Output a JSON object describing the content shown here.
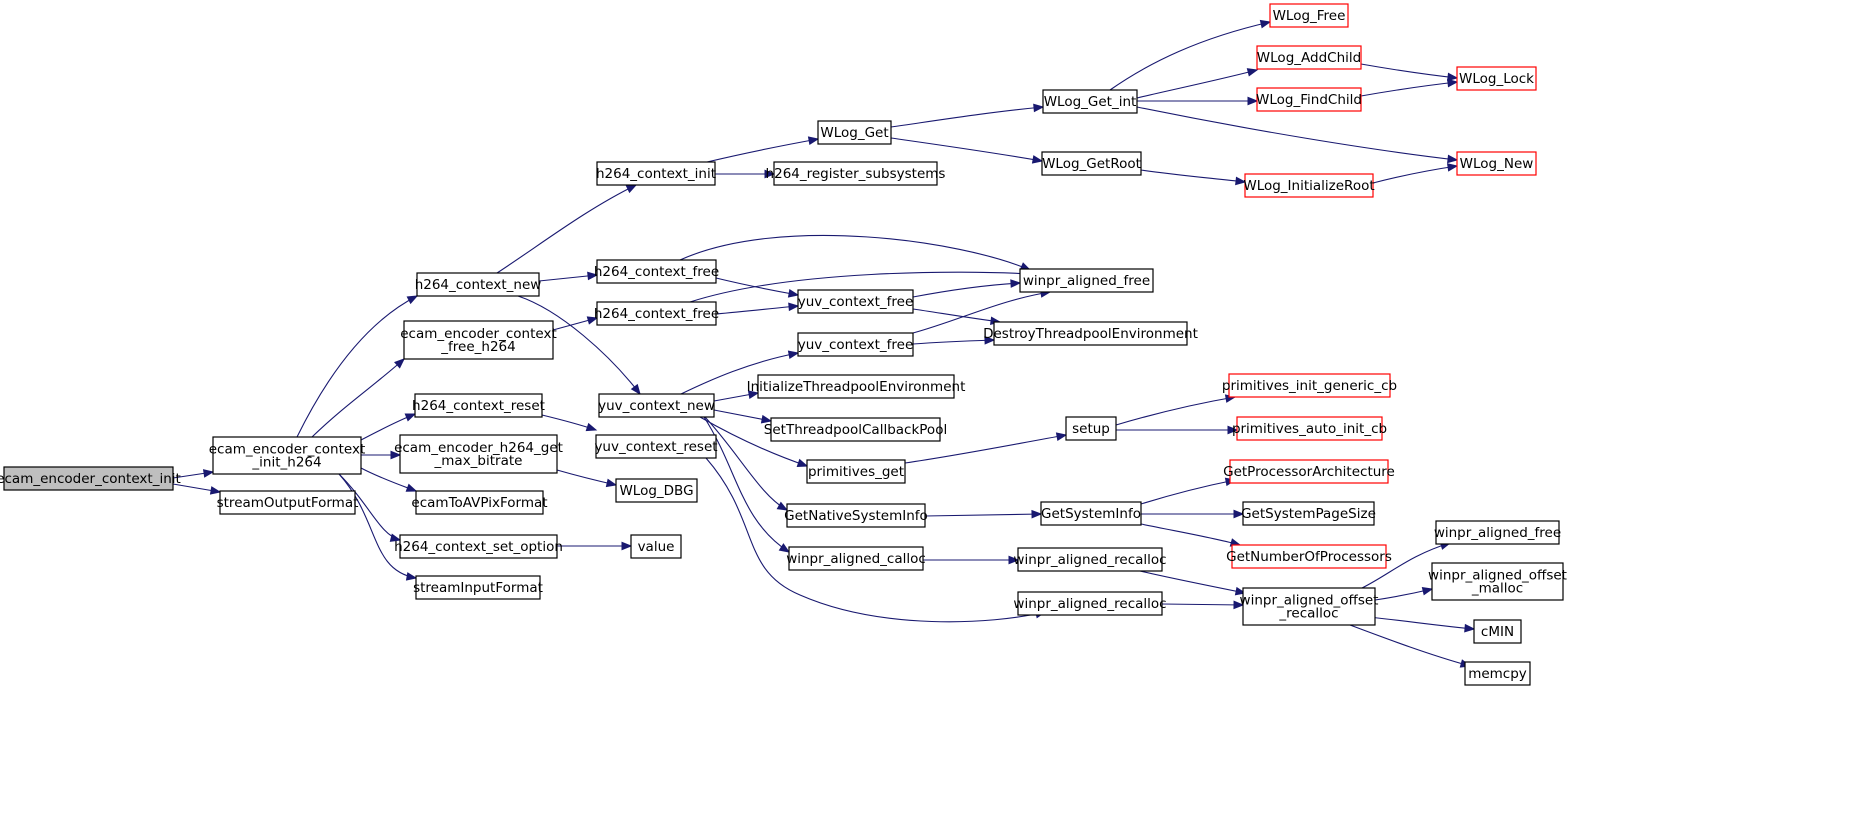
{
  "colors": {
    "edge": "#191970",
    "node_border": "#000000",
    "node_border_truncated": "#ff0000",
    "node_fill": "#ffffff",
    "root_fill": "#bfbfbf"
  },
  "nodes": [
    {
      "id": "ecam_encoder_context_init",
      "lines": [
        "ecam_encoder_context_init"
      ],
      "root": true
    },
    {
      "id": "ecam_encoder_context_init_h264",
      "lines": [
        "ecam_encoder_context",
        "_init_h264"
      ]
    },
    {
      "id": "streamOutputFormat",
      "lines": [
        "streamOutputFormat"
      ]
    },
    {
      "id": "h264_context_new",
      "lines": [
        "h264_context_new"
      ]
    },
    {
      "id": "ecam_encoder_context_free_h264",
      "lines": [
        "ecam_encoder_context",
        "_free_h264"
      ]
    },
    {
      "id": "h264_context_reset",
      "lines": [
        "h264_context_reset"
      ]
    },
    {
      "id": "ecam_encoder_h264_get_max_bitrate",
      "lines": [
        "ecam_encoder_h264_get",
        "_max_bitrate"
      ]
    },
    {
      "id": "ecamToAVPixFormat",
      "lines": [
        "ecamToAVPixFormat"
      ]
    },
    {
      "id": "h264_context_set_option",
      "lines": [
        "h264_context_set_option"
      ]
    },
    {
      "id": "streamInputFormat",
      "lines": [
        "streamInputFormat"
      ]
    },
    {
      "id": "h264_context_init",
      "lines": [
        "h264_context_init"
      ]
    },
    {
      "id": "h264_context_free_a",
      "lines": [
        "h264_context_free"
      ]
    },
    {
      "id": "h264_context_free_b",
      "lines": [
        "h264_context_free"
      ]
    },
    {
      "id": "yuv_context_new",
      "lines": [
        "yuv_context_new"
      ]
    },
    {
      "id": "yuv_context_reset",
      "lines": [
        "yuv_context_reset"
      ]
    },
    {
      "id": "WLog_DBG",
      "lines": [
        "WLog_DBG"
      ]
    },
    {
      "id": "value",
      "lines": [
        "value"
      ]
    },
    {
      "id": "WLog_Get",
      "lines": [
        "WLog_Get"
      ]
    },
    {
      "id": "h264_register_subsystems",
      "lines": [
        "h264_register_subsystems"
      ]
    },
    {
      "id": "yuv_context_free_a",
      "lines": [
        "yuv_context_free"
      ]
    },
    {
      "id": "yuv_context_free_b",
      "lines": [
        "yuv_context_free"
      ]
    },
    {
      "id": "InitializeThreadpoolEnvironment",
      "lines": [
        "InitializeThreadpoolEnvironment"
      ]
    },
    {
      "id": "SetThreadpoolCallbackPool",
      "lines": [
        "SetThreadpoolCallbackPool"
      ]
    },
    {
      "id": "primitives_get",
      "lines": [
        "primitives_get"
      ]
    },
    {
      "id": "GetNativeSystemInfo",
      "lines": [
        "GetNativeSystemInfo"
      ]
    },
    {
      "id": "winpr_aligned_calloc",
      "lines": [
        "winpr_aligned_calloc"
      ]
    },
    {
      "id": "WLog_Get_int",
      "lines": [
        "WLog_Get_int"
      ]
    },
    {
      "id": "WLog_GetRoot",
      "lines": [
        "WLog_GetRoot"
      ]
    },
    {
      "id": "winpr_aligned_free_a",
      "lines": [
        "winpr_aligned_free"
      ]
    },
    {
      "id": "DestroyThreadpoolEnvironment",
      "lines": [
        "DestroyThreadpoolEnvironment"
      ]
    },
    {
      "id": "setup",
      "lines": [
        "setup"
      ]
    },
    {
      "id": "GetSystemInfo",
      "lines": [
        "GetSystemInfo"
      ]
    },
    {
      "id": "winpr_aligned_recalloc_a",
      "lines": [
        "winpr_aligned_recalloc"
      ]
    },
    {
      "id": "winpr_aligned_recalloc_b",
      "lines": [
        "winpr_aligned_recalloc"
      ]
    },
    {
      "id": "WLog_Free",
      "lines": [
        "WLog_Free"
      ],
      "truncated": true
    },
    {
      "id": "WLog_AddChild",
      "lines": [
        "WLog_AddChild"
      ],
      "truncated": true
    },
    {
      "id": "WLog_FindChild",
      "lines": [
        "WLog_FindChild"
      ],
      "truncated": true
    },
    {
      "id": "WLog_InitializeRoot",
      "lines": [
        "WLog_InitializeRoot"
      ],
      "truncated": true
    },
    {
      "id": "primitives_init_generic_cb",
      "lines": [
        "primitives_init_generic_cb"
      ],
      "truncated": true
    },
    {
      "id": "primitives_auto_init_cb",
      "lines": [
        "primitives_auto_init_cb"
      ],
      "truncated": true
    },
    {
      "id": "GetProcessorArchitecture",
      "lines": [
        "GetProcessorArchitecture"
      ],
      "truncated": true
    },
    {
      "id": "GetSystemPageSize",
      "lines": [
        "GetSystemPageSize"
      ]
    },
    {
      "id": "GetNumberOfProcessors",
      "lines": [
        "GetNumberOfProcessors"
      ],
      "truncated": true
    },
    {
      "id": "winpr_aligned_offset_recalloc",
      "lines": [
        "winpr_aligned_offset",
        "_recalloc"
      ]
    },
    {
      "id": "WLog_Lock",
      "lines": [
        "WLog_Lock"
      ],
      "truncated": true
    },
    {
      "id": "WLog_New",
      "lines": [
        "WLog_New"
      ],
      "truncated": true
    },
    {
      "id": "winpr_aligned_free_b",
      "lines": [
        "winpr_aligned_free"
      ]
    },
    {
      "id": "winpr_aligned_offset_malloc",
      "lines": [
        "winpr_aligned_offset",
        "_malloc"
      ]
    },
    {
      "id": "cMIN",
      "lines": [
        "cMIN"
      ]
    },
    {
      "id": "memcpy",
      "lines": [
        "memcpy"
      ]
    }
  ],
  "edges": [
    [
      "ecam_encoder_context_init",
      "ecam_encoder_context_init_h264"
    ],
    [
      "ecam_encoder_context_init",
      "streamOutputFormat"
    ],
    [
      "ecam_encoder_context_init_h264",
      "h264_context_new"
    ],
    [
      "ecam_encoder_context_init_h264",
      "ecam_encoder_context_free_h264"
    ],
    [
      "ecam_encoder_context_init_h264",
      "h264_context_reset"
    ],
    [
      "ecam_encoder_context_init_h264",
      "ecam_encoder_h264_get_max_bitrate"
    ],
    [
      "ecam_encoder_context_init_h264",
      "ecamToAVPixFormat"
    ],
    [
      "ecam_encoder_context_init_h264",
      "h264_context_set_option"
    ],
    [
      "ecam_encoder_context_init_h264",
      "streamInputFormat"
    ],
    [
      "h264_context_new",
      "h264_context_init"
    ],
    [
      "h264_context_new",
      "h264_context_free_a"
    ],
    [
      "h264_context_new",
      "yuv_context_new"
    ],
    [
      "ecam_encoder_context_free_h264",
      "h264_context_free_b"
    ],
    [
      "h264_context_reset",
      "yuv_context_reset"
    ],
    [
      "ecam_encoder_h264_get_max_bitrate",
      "WLog_DBG"
    ],
    [
      "h264_context_set_option",
      "value"
    ],
    [
      "h264_context_init",
      "WLog_Get"
    ],
    [
      "h264_context_init",
      "h264_register_subsystems"
    ],
    [
      "h264_context_free_a",
      "yuv_context_free_a"
    ],
    [
      "h264_context_free_a",
      "winpr_aligned_free_a"
    ],
    [
      "h264_context_free_b",
      "yuv_context_free_a"
    ],
    [
      "h264_context_free_b",
      "winpr_aligned_free_a"
    ],
    [
      "yuv_context_new",
      "yuv_context_free_b"
    ],
    [
      "yuv_context_new",
      "InitializeThreadpoolEnvironment"
    ],
    [
      "yuv_context_new",
      "SetThreadpoolCallbackPool"
    ],
    [
      "yuv_context_new",
      "primitives_get"
    ],
    [
      "yuv_context_new",
      "GetNativeSystemInfo"
    ],
    [
      "yuv_context_new",
      "winpr_aligned_calloc"
    ],
    [
      "yuv_context_reset",
      "winpr_aligned_recalloc_b"
    ],
    [
      "WLog_Get",
      "WLog_Get_int"
    ],
    [
      "WLog_Get",
      "WLog_GetRoot"
    ],
    [
      "yuv_context_free_a",
      "winpr_aligned_free_a"
    ],
    [
      "yuv_context_free_a",
      "DestroyThreadpoolEnvironment"
    ],
    [
      "yuv_context_free_b",
      "winpr_aligned_free_a"
    ],
    [
      "yuv_context_free_b",
      "DestroyThreadpoolEnvironment"
    ],
    [
      "primitives_get",
      "setup"
    ],
    [
      "GetNativeSystemInfo",
      "GetSystemInfo"
    ],
    [
      "winpr_aligned_calloc",
      "winpr_aligned_recalloc_a"
    ],
    [
      "WLog_Get_int",
      "WLog_Free"
    ],
    [
      "WLog_Get_int",
      "WLog_AddChild"
    ],
    [
      "WLog_Get_int",
      "WLog_FindChild"
    ],
    [
      "WLog_Get_int",
      "WLog_New"
    ],
    [
      "WLog_GetRoot",
      "WLog_InitializeRoot"
    ],
    [
      "setup",
      "primitives_init_generic_cb"
    ],
    [
      "setup",
      "primitives_auto_init_cb"
    ],
    [
      "GetSystemInfo",
      "GetProcessorArchitecture"
    ],
    [
      "GetSystemInfo",
      "GetSystemPageSize"
    ],
    [
      "GetSystemInfo",
      "GetNumberOfProcessors"
    ],
    [
      "winpr_aligned_recalloc_a",
      "winpr_aligned_offset_recalloc"
    ],
    [
      "winpr_aligned_recalloc_b",
      "winpr_aligned_offset_recalloc"
    ],
    [
      "WLog_AddChild",
      "WLog_Lock"
    ],
    [
      "WLog_FindChild",
      "WLog_Lock"
    ],
    [
      "WLog_InitializeRoot",
      "WLog_New"
    ],
    [
      "winpr_aligned_offset_recalloc",
      "winpr_aligned_free_b"
    ],
    [
      "winpr_aligned_offset_recalloc",
      "winpr_aligned_offset_malloc"
    ],
    [
      "winpr_aligned_offset_recalloc",
      "cMIN"
    ],
    [
      "winpr_aligned_offset_recalloc",
      "memcpy"
    ]
  ]
}
